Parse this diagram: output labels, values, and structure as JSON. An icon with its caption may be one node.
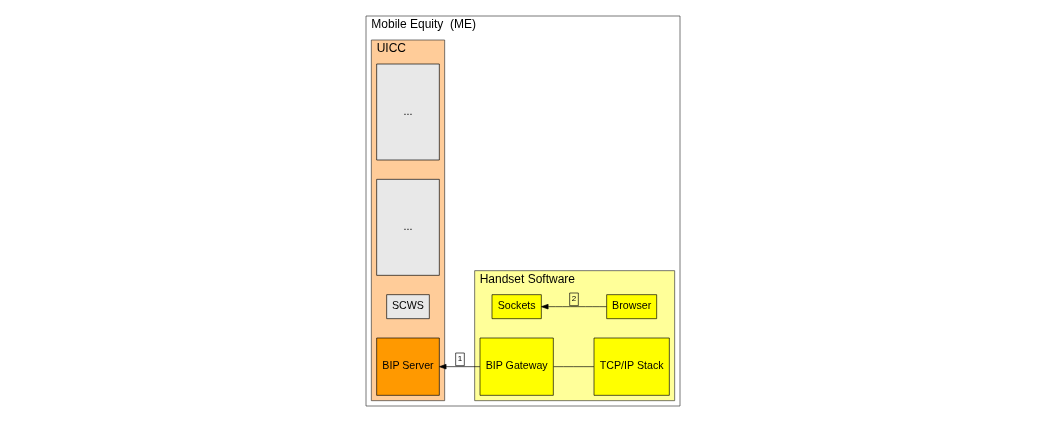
{
  "diagram": {
    "nodes": [
      {
        "text": [
          "Mobile Equity  (ME)"
        ]
      },
      {
        "text": [
          "UICC"
        ],
        "in": 0
      },
      {
        "text": [
          "..."
        ],
        "in": 1
      },
      {
        "text": [
          "..."
        ],
        "in": 1
      },
      {
        "text": [
          "SCWS"
        ],
        "in": 1
      },
      {
        "text": [
          "BIP Server"
        ],
        "in": 1
      },
      {
        "text": [
          "Handset Software"
        ],
        "in": 0
      },
      {
        "text": [
          "Browser"
        ],
        "in": 6
      },
      {
        "text": [
          "Sockets"
        ],
        "in": 6
      },
      {
        "text": [
          "BIP Gateway"
        ],
        "in": 6
      },
      {
        "text": [
          "TCP/IP Stack"
        ],
        "in": 6
      }
    ],
    "edges": [
      {
        "from": 7,
        "to": 8,
        "arrow": "to",
        "label": "2"
      },
      {
        "from": 9,
        "to": 5,
        "arrow": "to",
        "label": "1"
      },
      {
        "from": 10,
        "to": 9,
        "arrow": "none"
      }
    ]
  }
}
